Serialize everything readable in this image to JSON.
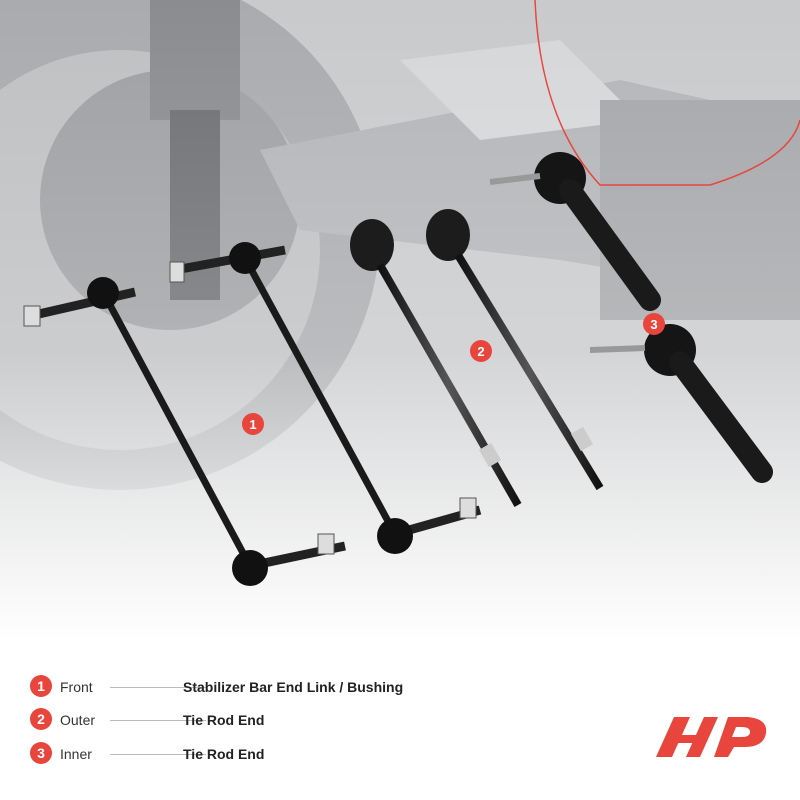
{
  "badges": {
    "one": "1",
    "two": "2",
    "three": "3"
  },
  "legend": [
    {
      "number": "1",
      "left": "Front",
      "right": "Stabilizer Bar End Link / Bushing"
    },
    {
      "number": "2",
      "left": "Outer",
      "right": "Tie Rod End"
    },
    {
      "number": "3",
      "left": "Inner",
      "right": "Tie Rod End"
    }
  ],
  "colors": {
    "accent": "#e8453c",
    "text": "#222222",
    "background": "#ffffff"
  },
  "logo": {
    "icon": "brand-logo-icon"
  }
}
